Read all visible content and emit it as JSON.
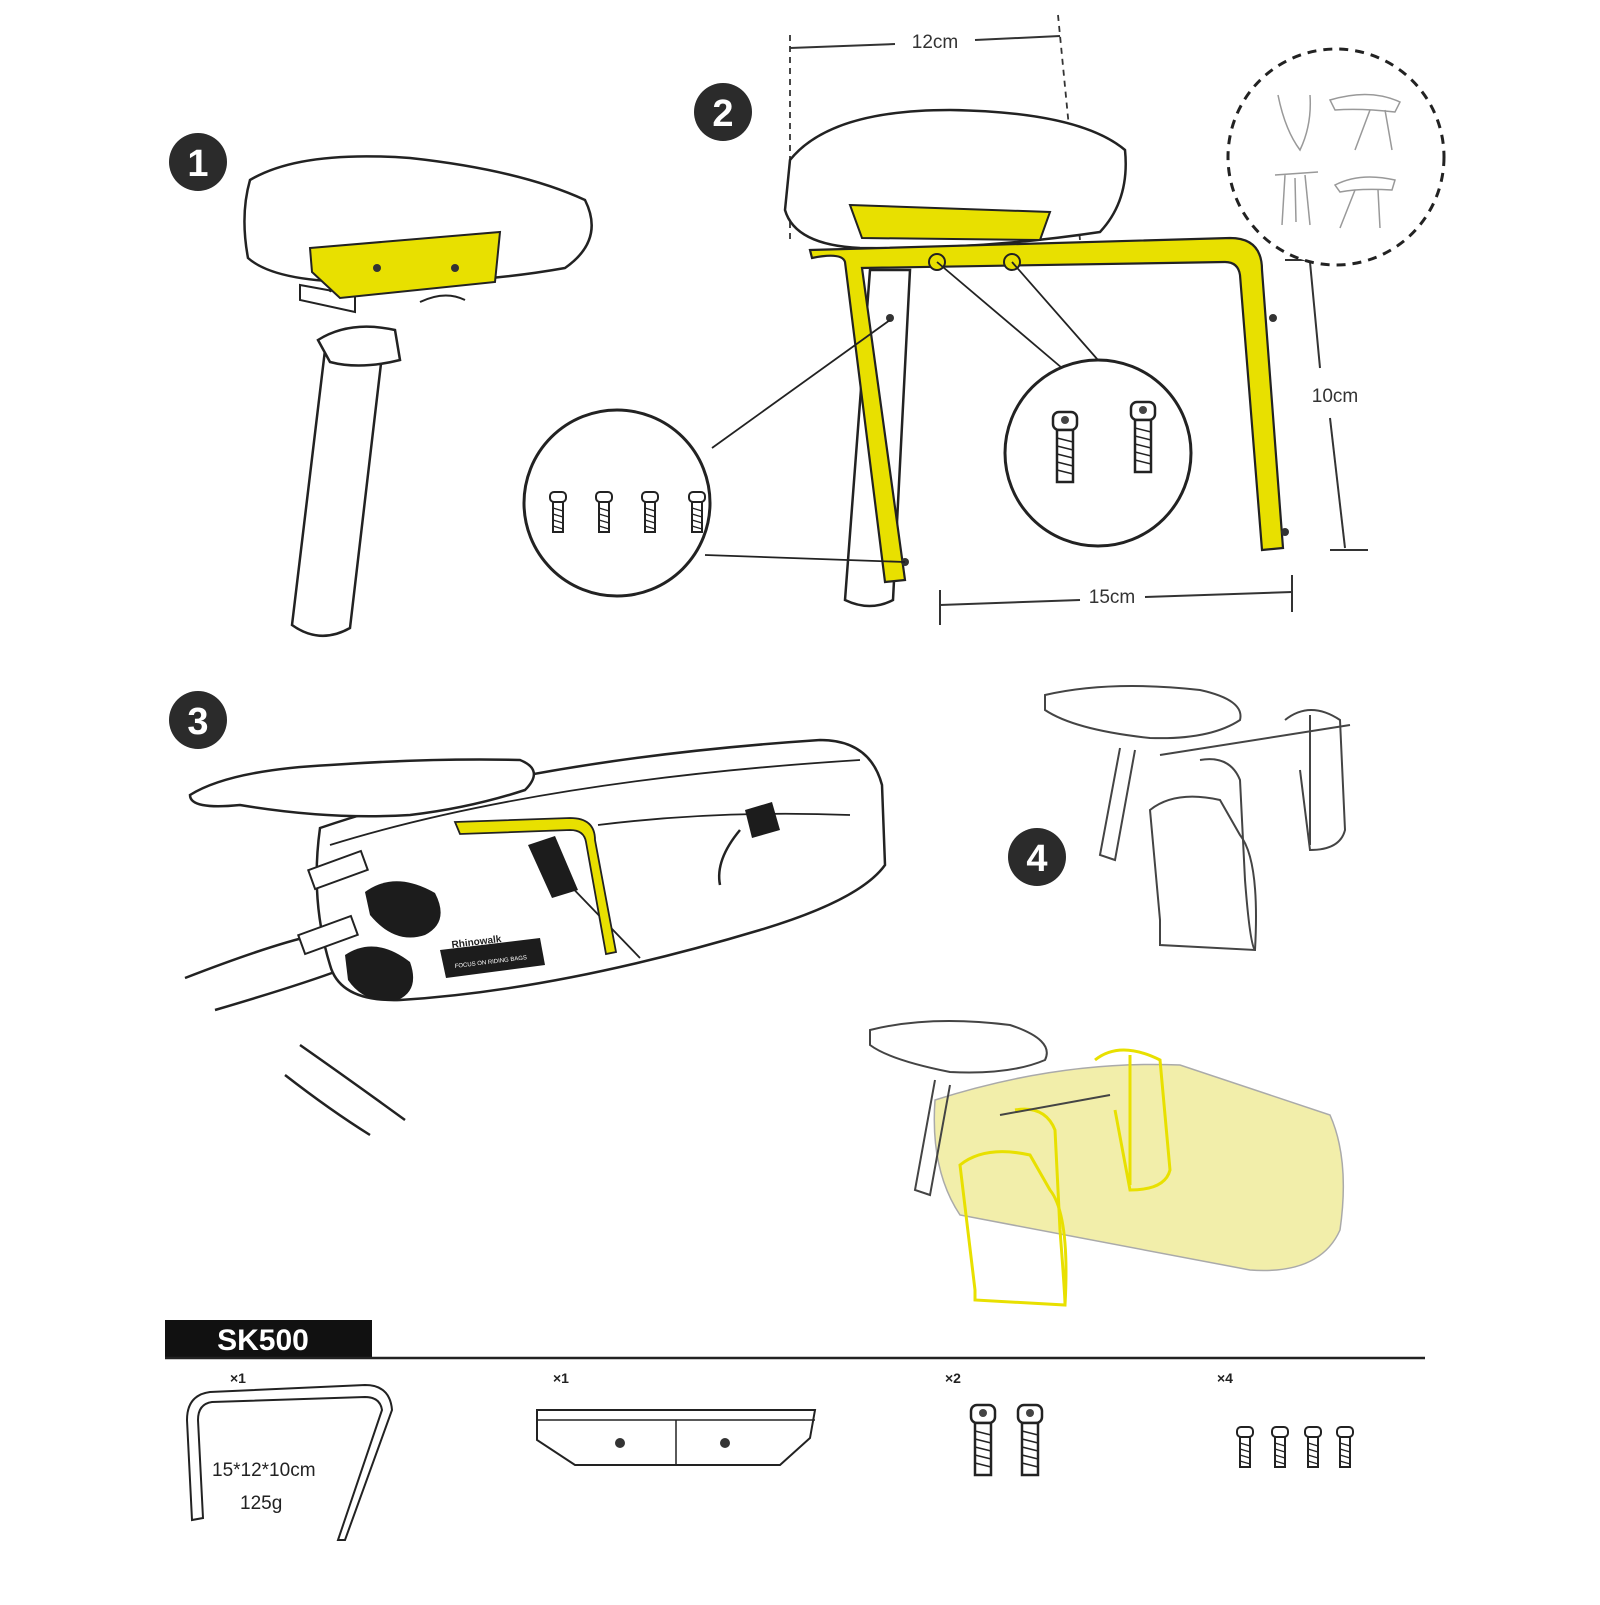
{
  "steps": [
    "1",
    "2",
    "3",
    "4"
  ],
  "dimensions": {
    "width": "12cm",
    "height": "10cm",
    "length": "15cm"
  },
  "bag": {
    "brand": "Rhinowalk",
    "tagline": "FOCUS ON RIDING BAGS"
  },
  "sk500": {
    "model": "SK500",
    "parts": [
      {
        "name": "bracket",
        "qty": "×1",
        "size": "15*12*10cm",
        "weight": "125g"
      },
      {
        "name": "mount plate",
        "qty": "×1"
      },
      {
        "name": "long screws",
        "qty": "×2"
      },
      {
        "name": "short screws",
        "qty": "×4"
      }
    ]
  },
  "colors": {
    "accent": "#e8e000",
    "ink": "#1c1c1c",
    "badge": "#2b2b2b",
    "highlight": "#f2eeaa"
  }
}
